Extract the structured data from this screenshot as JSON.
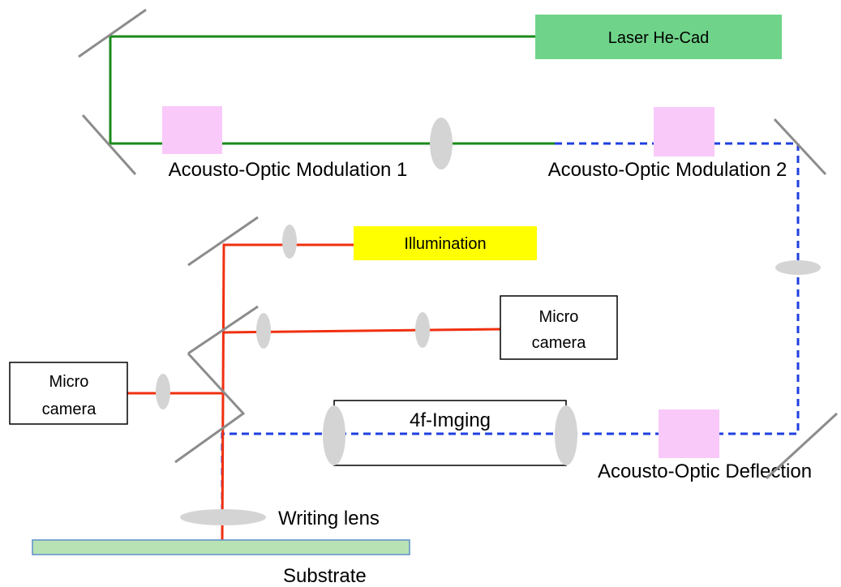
{
  "labels": {
    "laser": "Laser He-Cad",
    "aom1": "Acousto-Optic Modulation 1",
    "aom2": "Acousto-Optic Modulation 2",
    "illumination": "Illumination",
    "micro_camera_right_line1": "Micro",
    "micro_camera_right_line2": "camera",
    "micro_camera_left_line1": "Micro",
    "micro_camera_left_line2": "camera",
    "imaging": "4f-Imging",
    "aod": "Acousto-Optic Deflection",
    "writing_lens": "Writing lens",
    "substrate": "Substrate"
  },
  "colors": {
    "laser_fill": "#6fd48a",
    "illumination_fill": "#ffff00",
    "modulator_fill": "#f9c9f9",
    "green_beam": "#1a8a1a",
    "red_beam": "#f03010",
    "blue_beam": "#1f3fe0",
    "substrate_fill": "#b9e2b4",
    "substrate_stroke": "#5b8fc9"
  }
}
